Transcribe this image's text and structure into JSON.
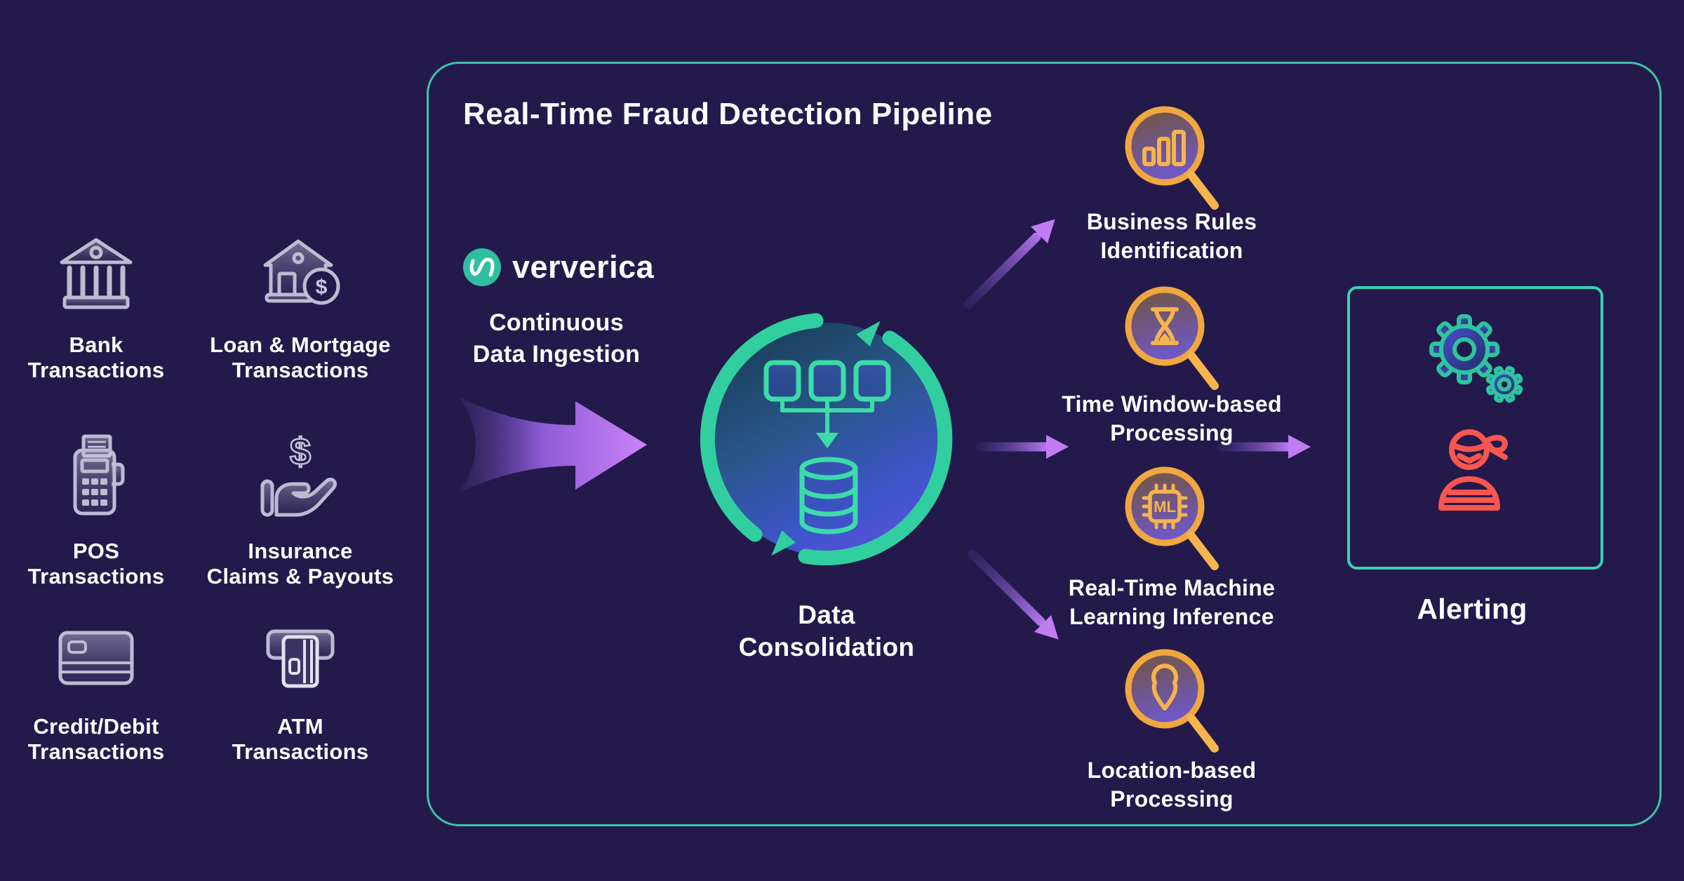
{
  "colors": {
    "background": "#231a4b",
    "panel_border_teal": "#3ec3a7",
    "cycle_teal": "#31cf9f",
    "amber": "#f1a73f",
    "amber_light": "#f7b44d",
    "alert_red": "#f8564f",
    "arrow_purple": "#c27cf3",
    "source_icon_gray": "#bebbd2",
    "brand_teal": "#2fbe9f"
  },
  "sources": {
    "items": [
      {
        "name": "bank-transactions",
        "icon": "bank-icon",
        "line1": "Bank",
        "line2": "Transactions"
      },
      {
        "name": "loan-mortgage",
        "icon": "house-dollar-icon",
        "line1": "Loan & Mortgage",
        "line2": "Transactions"
      },
      {
        "name": "pos-transactions",
        "icon": "pos-terminal-icon",
        "line1": "POS",
        "line2": "Transactions"
      },
      {
        "name": "insurance-claims",
        "icon": "hand-dollar-icon",
        "line1": "Insurance",
        "line2": "Claims & Payouts"
      },
      {
        "name": "credit-debit",
        "icon": "credit-card-icon",
        "line1": "Credit/Debit",
        "line2": "Transactions"
      },
      {
        "name": "atm-transactions",
        "icon": "atm-icon",
        "line1": "ATM",
        "line2": "Transactions"
      }
    ]
  },
  "pipeline": {
    "title": "Real-Time Fraud Detection Pipeline",
    "brand": "ververica",
    "brand_icon": "ververica-wave-icon",
    "ingestion": {
      "line1": "Continuous",
      "line2": "Data Ingestion"
    },
    "consolidation": {
      "line1": "Data",
      "line2": "Consolidation",
      "icon": "data-cycle-icon"
    },
    "stages": [
      {
        "name": "business-rules",
        "icon": "magnifier-bar-chart-icon",
        "line1": "Business Rules",
        "line2": "Identification"
      },
      {
        "name": "time-window",
        "icon": "magnifier-hourglass-icon",
        "line1": "Time Window-based",
        "line2": "Processing"
      },
      {
        "name": "ml-inference",
        "icon": "magnifier-ml-chip-icon",
        "line1": "Real-Time Machine",
        "line2": "Learning Inference"
      },
      {
        "name": "location-based",
        "icon": "magnifier-location-icon",
        "line1": "Location-based",
        "line2": "Processing"
      }
    ],
    "alerting": {
      "label": "Alerting",
      "icons": [
        "gears-icon",
        "fraudster-icon"
      ]
    }
  }
}
